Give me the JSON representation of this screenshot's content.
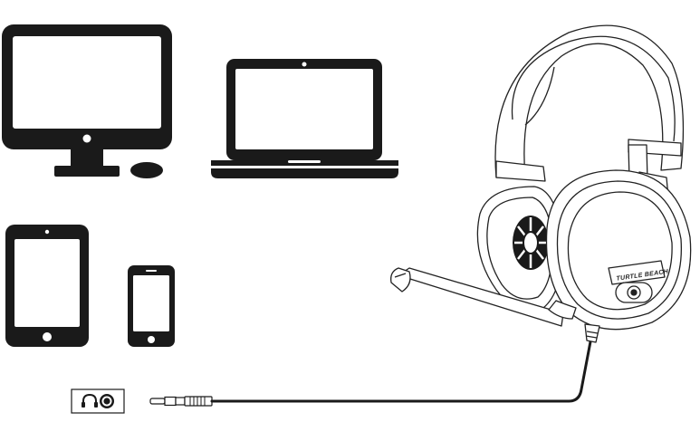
{
  "devices": [
    {
      "id": "desktop",
      "icon": "desktop-monitor-icon"
    },
    {
      "id": "mouse",
      "icon": "mouse-icon"
    },
    {
      "id": "laptop",
      "icon": "laptop-icon"
    },
    {
      "id": "tablet",
      "icon": "tablet-icon"
    },
    {
      "id": "smartphone",
      "icon": "smartphone-icon"
    }
  ],
  "port": {
    "icons": [
      "headphone-icon",
      "audio-jack-icon"
    ]
  },
  "headset": {
    "brand": "TURTLE BEACH",
    "icon": "gaming-headset-icon"
  },
  "colors": {
    "ink": "#1a1a1a",
    "screen": "#ffffff",
    "line": "#222222"
  }
}
